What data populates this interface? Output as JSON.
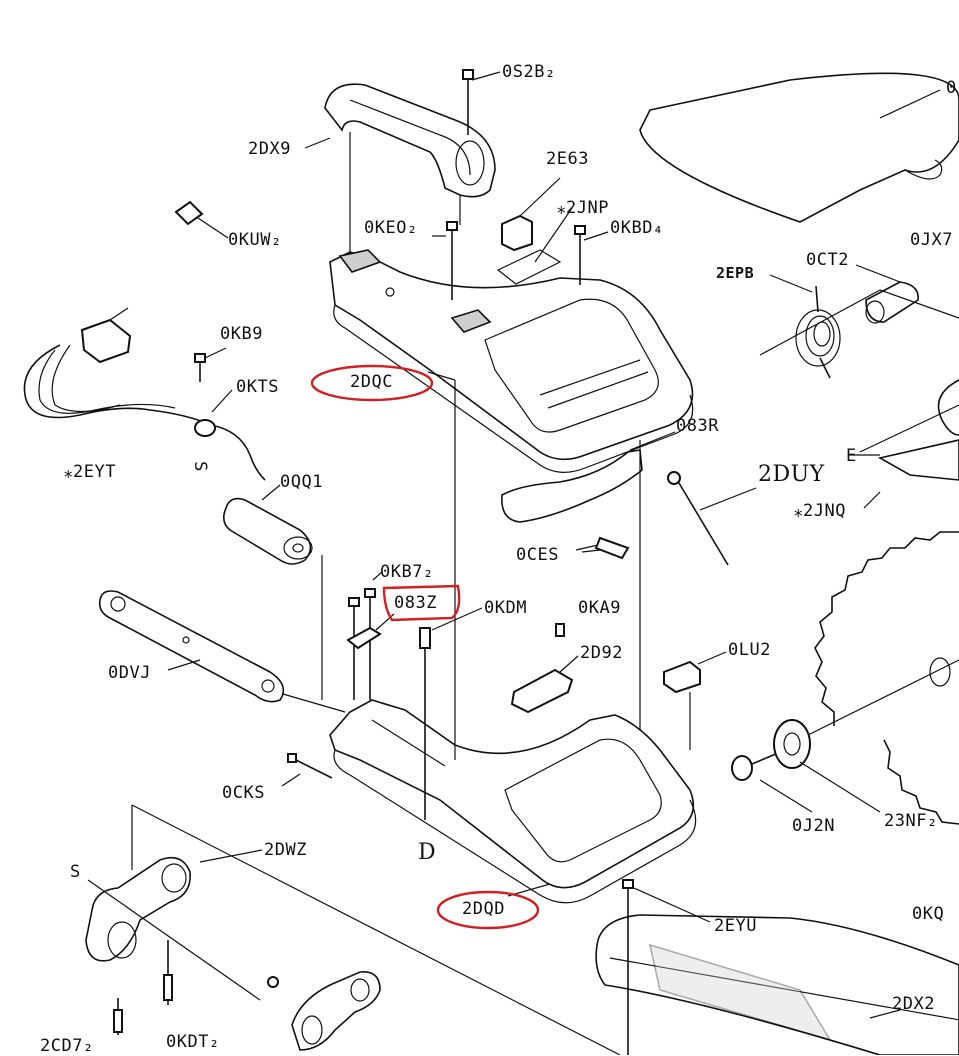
{
  "diagram": {
    "labels": {
      "0S2B2": "0S2B₂",
      "2DX9": "2DX9",
      "2E63": "2E63",
      "2JNP": "⁎2JNP",
      "0KBD4": "0KBD₄",
      "0KUW2": "0KUW₂",
      "0KEO2": "0KEO₂",
      "0CT2": "0CT2",
      "2EPB": "2EPB",
      "0JX7": "0JX7",
      "0KB9": "0KB9",
      "0KTS": "0KTS",
      "2DQC": "2DQC",
      "083R": "083R",
      "2EYT": "⁎2EYT",
      "S1": "S",
      "2DUY": "2DUY",
      "E": "E",
      "2JNQ": "⁎2JNQ",
      "0QQ1": "0QQ1",
      "0CES": "0CES",
      "0KB72": "0KB7₂",
      "083Z": "083Z",
      "0KDM": "0KDM",
      "0KA9": "0KA9",
      "2D92": "2D92",
      "0LU2": "0LU2",
      "0DVJ": "0DVJ",
      "0CKS": "0CKS",
      "D": "D",
      "0J2N": "0J2N",
      "23NF2": "23NF₂",
      "S2": "S",
      "2DWZ": "2DWZ",
      "2DQD": "2DQD",
      "2EYU": "2EYU",
      "0KQ": "0KQ",
      "2DX2": "2DX2",
      "2CD72": "2CD7₂",
      "0KDT2": "0KDT₂",
      "top_right_cut": "0"
    },
    "highlighted_labels": [
      "2DQC",
      "083Z",
      "2DQD"
    ],
    "highlight_color": "#d21f1f",
    "ink_color": "#111111",
    "icons": [
      "handle",
      "screw",
      "switch-box",
      "spring",
      "roller",
      "power-cord",
      "saw-blade",
      "base-housing",
      "upper-housing",
      "nameplate"
    ]
  }
}
